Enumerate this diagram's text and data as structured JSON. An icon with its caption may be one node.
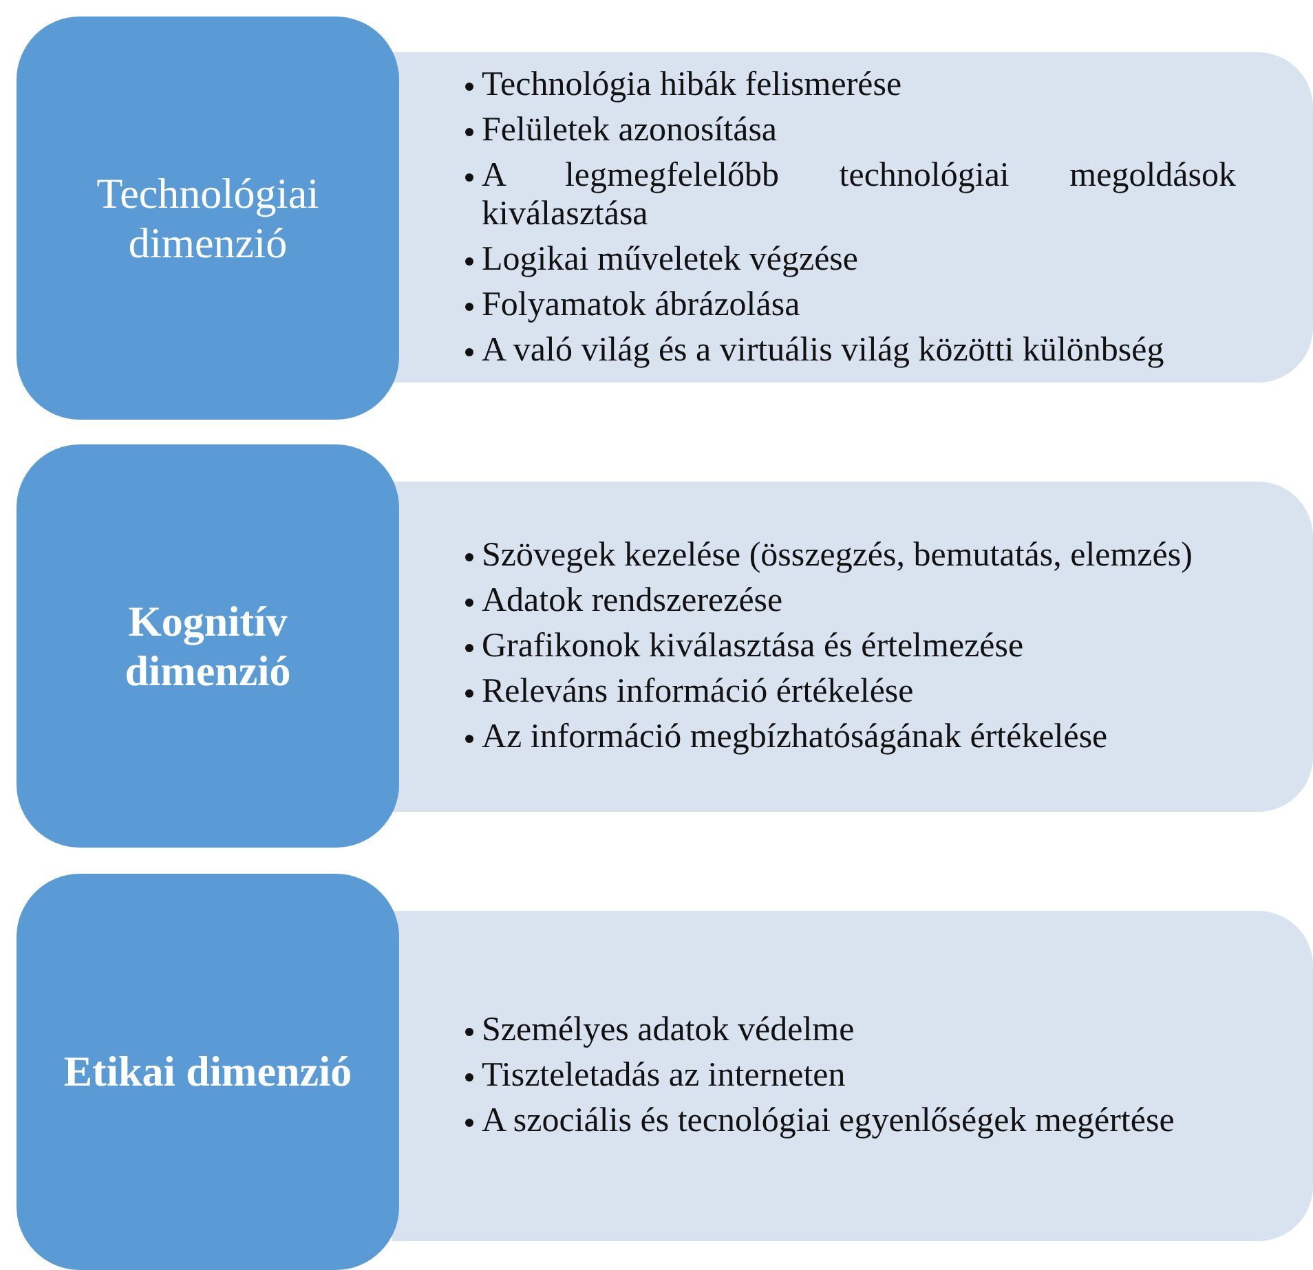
{
  "diagram": {
    "nodes": [
      {
        "text": [
          "Technológiai dimenzió"
        ]
      },
      {
        "text": [
          "Technológia hibák felismerése",
          "Felületek azonosítása",
          "A legmegfelelőbb technológiai megoldások kiválasztása",
          "Logikai műveletek végzése",
          "Folyamatok ábrázolása",
          "A való világ és a virtuális világ közötti különbség"
        ]
      },
      {
        "text": [
          "Kognitív dimenzió"
        ]
      },
      {
        "text": [
          "Szövegek kezelése (összegzés, bemutatás, elemzés)",
          "Adatok rendszerezése",
          "Grafikonok kiválasztása és értelmezése",
          "Releváns információ értékelése",
          "Az információ megbízhatóságának értékelése"
        ]
      },
      {
        "text": [
          "Etikai dimenzió"
        ]
      },
      {
        "text": [
          "Személyes adatok védelme",
          "Tiszteletadás az interneten",
          "A szociális és tecnológiai egyenlőségek megértése"
        ]
      }
    ]
  }
}
